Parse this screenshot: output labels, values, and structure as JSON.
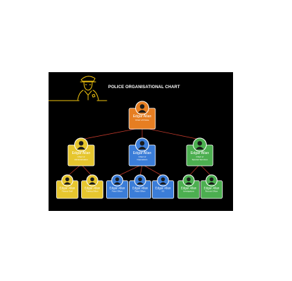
{
  "title": "POLICE ORGANISATIONAL CHART",
  "colors": {
    "background": "#000000",
    "connector": "#c0392b",
    "orange": "#e67e22",
    "yellow": "#e6c62e",
    "blue": "#3b7dd8",
    "green": "#4caf50",
    "outline": "#ffffff",
    "police_icon": "#f1c40f"
  },
  "icons": {
    "police_officer": "police-officer-icon",
    "person": "person-avatar-icon"
  },
  "nodes": [
    {
      "id": "chief",
      "name": "Edgar Allan",
      "role": "Chief of Police",
      "color": "orange",
      "parent": null
    },
    {
      "id": "admin",
      "name": "Edgar Allan",
      "role": "Chief of Administration",
      "color": "yellow",
      "parent": "chief"
    },
    {
      "id": "ops",
      "name": "Edgar Allan",
      "role": "Chief of Operations",
      "color": "blue",
      "parent": "chief"
    },
    {
      "id": "special",
      "name": "Edgar Allan",
      "role": "Chief of Special Services",
      "color": "green",
      "parent": "chief"
    },
    {
      "id": "a1",
      "name": "Edgar Allan",
      "role": "Finance Staff",
      "color": "yellow",
      "parent": "admin"
    },
    {
      "id": "a2",
      "name": "Edgar Allan",
      "role": "Training Officer",
      "color": "yellow",
      "parent": "admin"
    },
    {
      "id": "o1",
      "name": "Edgar Allan",
      "role": "Patrol Officer",
      "color": "blue",
      "parent": "ops"
    },
    {
      "id": "o2",
      "name": "Edgar Allan",
      "role": "Patrol Officer",
      "color": "blue",
      "parent": "ops"
    },
    {
      "id": "o3",
      "name": "Edgar Allan",
      "role": "K9",
      "color": "blue",
      "parent": "ops"
    },
    {
      "id": "s1",
      "name": "Edgar Allan",
      "role": "Investigations",
      "color": "green",
      "parent": "special"
    },
    {
      "id": "s2",
      "name": "Edgar Allan",
      "role": "Records Officer",
      "color": "green",
      "parent": "special"
    }
  ]
}
